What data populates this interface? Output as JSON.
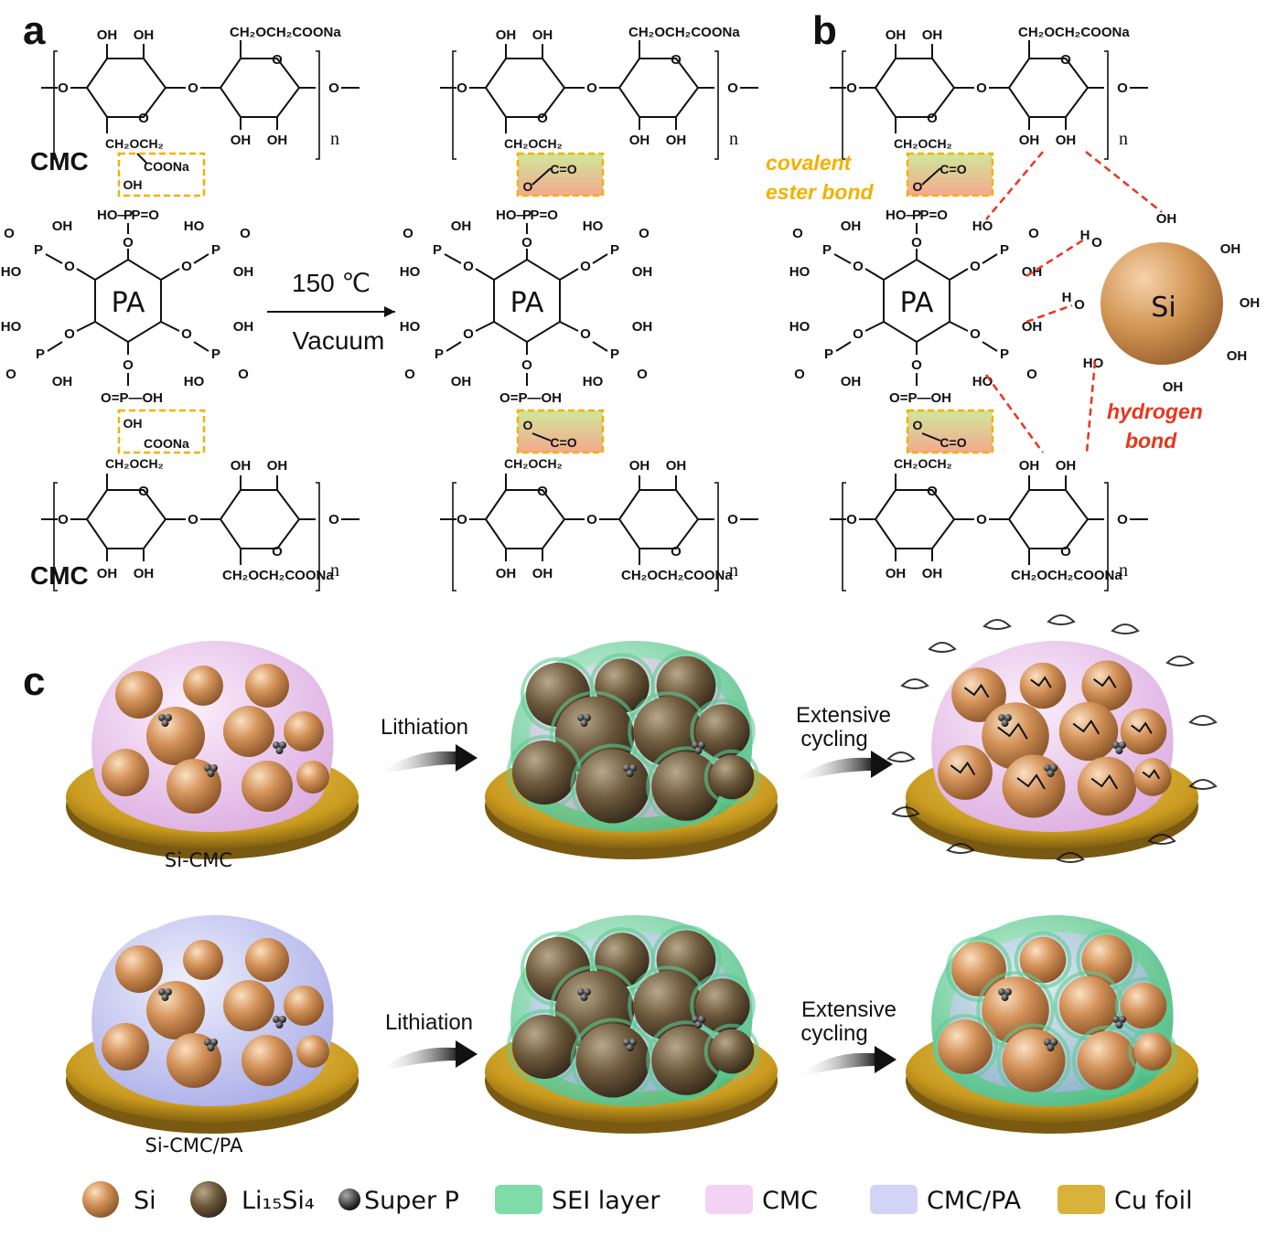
{
  "panels": {
    "a": "a",
    "b": "b",
    "c": "c"
  },
  "chem": {
    "cmc_label": "CMC",
    "pa_label": "PA",
    "oh": "OH",
    "ho": "HO",
    "o": "O",
    "p": "P",
    "n": "n",
    "sidechain_top": "CH₂OCH₂COONa",
    "ch2och2": "CH₂OCH₂",
    "coona": "COONa",
    "ho_p_o": "HO—P=O",
    "o_p_oh": "O=P—OH",
    "c_double_o": "C=O",
    "h": "H",
    "si": "Si"
  },
  "reaction": {
    "temperature": "150 ℃",
    "condition": "Vacuum"
  },
  "annotations": {
    "covalent_line1": "covalent",
    "covalent_line2": "ester bond",
    "hydrogen_line1": "hydrogen",
    "hydrogen_line2": "bond"
  },
  "panel_c": {
    "row1_sample": "Si-CMC",
    "row2_sample": "Si-CMC/PA",
    "step1": "Lithiation",
    "step2_line1": "Extensive",
    "step2_line2": "cycling"
  },
  "legend": [
    {
      "label": "Si",
      "color": "#d4935a",
      "kind": "sphere"
    },
    {
      "label": "Li₁₅Si₄",
      "color": "#6e5a3c",
      "kind": "sphere"
    },
    {
      "label": "Super P",
      "color": "#2a2a2a",
      "kind": "dot"
    },
    {
      "label": "SEI layer",
      "color": "#7fdca8",
      "kind": "box"
    },
    {
      "label": "CMC",
      "color": "#f3d3f3",
      "kind": "box"
    },
    {
      "label": "CMC/PA",
      "color": "#d2d4f5",
      "kind": "box"
    },
    {
      "label": "Cu foil",
      "color": "#d9b23a",
      "kind": "box"
    }
  ],
  "colors": {
    "si": "#d4935a",
    "lisi": "#6e5a3c",
    "sei": "#7fdca8",
    "cmc": "#f3d3f3",
    "cmcpa": "#d2d4f5",
    "cu": "#d9b23a",
    "annotation_yellow": "#f3b100",
    "annotation_red": "#e8361c"
  }
}
